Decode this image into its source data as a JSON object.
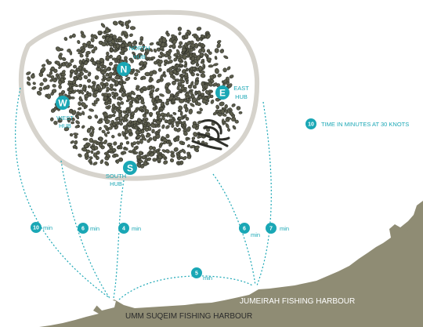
{
  "colors": {
    "accent": "#1aa7b5",
    "island": "#5c5d4c",
    "land": "#8f8c74",
    "outline": "#d6d3cc",
    "harbour_text_light": "#ffffff",
    "harbour_text_dark": "#2b2b2b"
  },
  "hubs": [
    {
      "letter": "N",
      "name_lines": [
        "NORTH",
        "HUB"
      ]
    },
    {
      "letter": "W",
      "name_lines": [
        "WEST",
        "HUB"
      ]
    },
    {
      "letter": "E",
      "name_lines": [
        "EAST",
        "HUB"
      ]
    },
    {
      "letter": "S",
      "name_lines": [
        "SOUTH",
        "HUB"
      ]
    }
  ],
  "legend": {
    "sample_value": "10",
    "text": "TIME IN MINUTES AT 30 KNOTS"
  },
  "routes": [
    {
      "from": "WEST HUB",
      "to": "UMM SUQEIM FISHING HARBOUR",
      "minutes": "10",
      "unit": "min"
    },
    {
      "from": "WEST HUB",
      "to": "UMM SUQEIM FISHING HARBOUR",
      "minutes": "6",
      "unit": "min"
    },
    {
      "from": "SOUTH HUB",
      "to": "UMM SUQEIM FISHING HARBOUR",
      "minutes": "4",
      "unit": "min"
    },
    {
      "from": "EAST HUB",
      "to": "JUMEIRAH FISHING HARBOUR",
      "minutes": "6",
      "unit": "min"
    },
    {
      "from": "EAST HUB",
      "to": "JUMEIRAH FISHING HARBOUR",
      "minutes": "7",
      "unit": "min"
    },
    {
      "from": "UMM SUQEIM FISHING HARBOUR",
      "to": "JUMEIRAH FISHING HARBOUR",
      "minutes": "5",
      "unit": "min"
    }
  ],
  "harbours": {
    "jumeirah": "JUMEIRAH FISHING HARBOUR",
    "umm_suqeim": "UMM SUQEIM FISHING HARBOUR"
  }
}
